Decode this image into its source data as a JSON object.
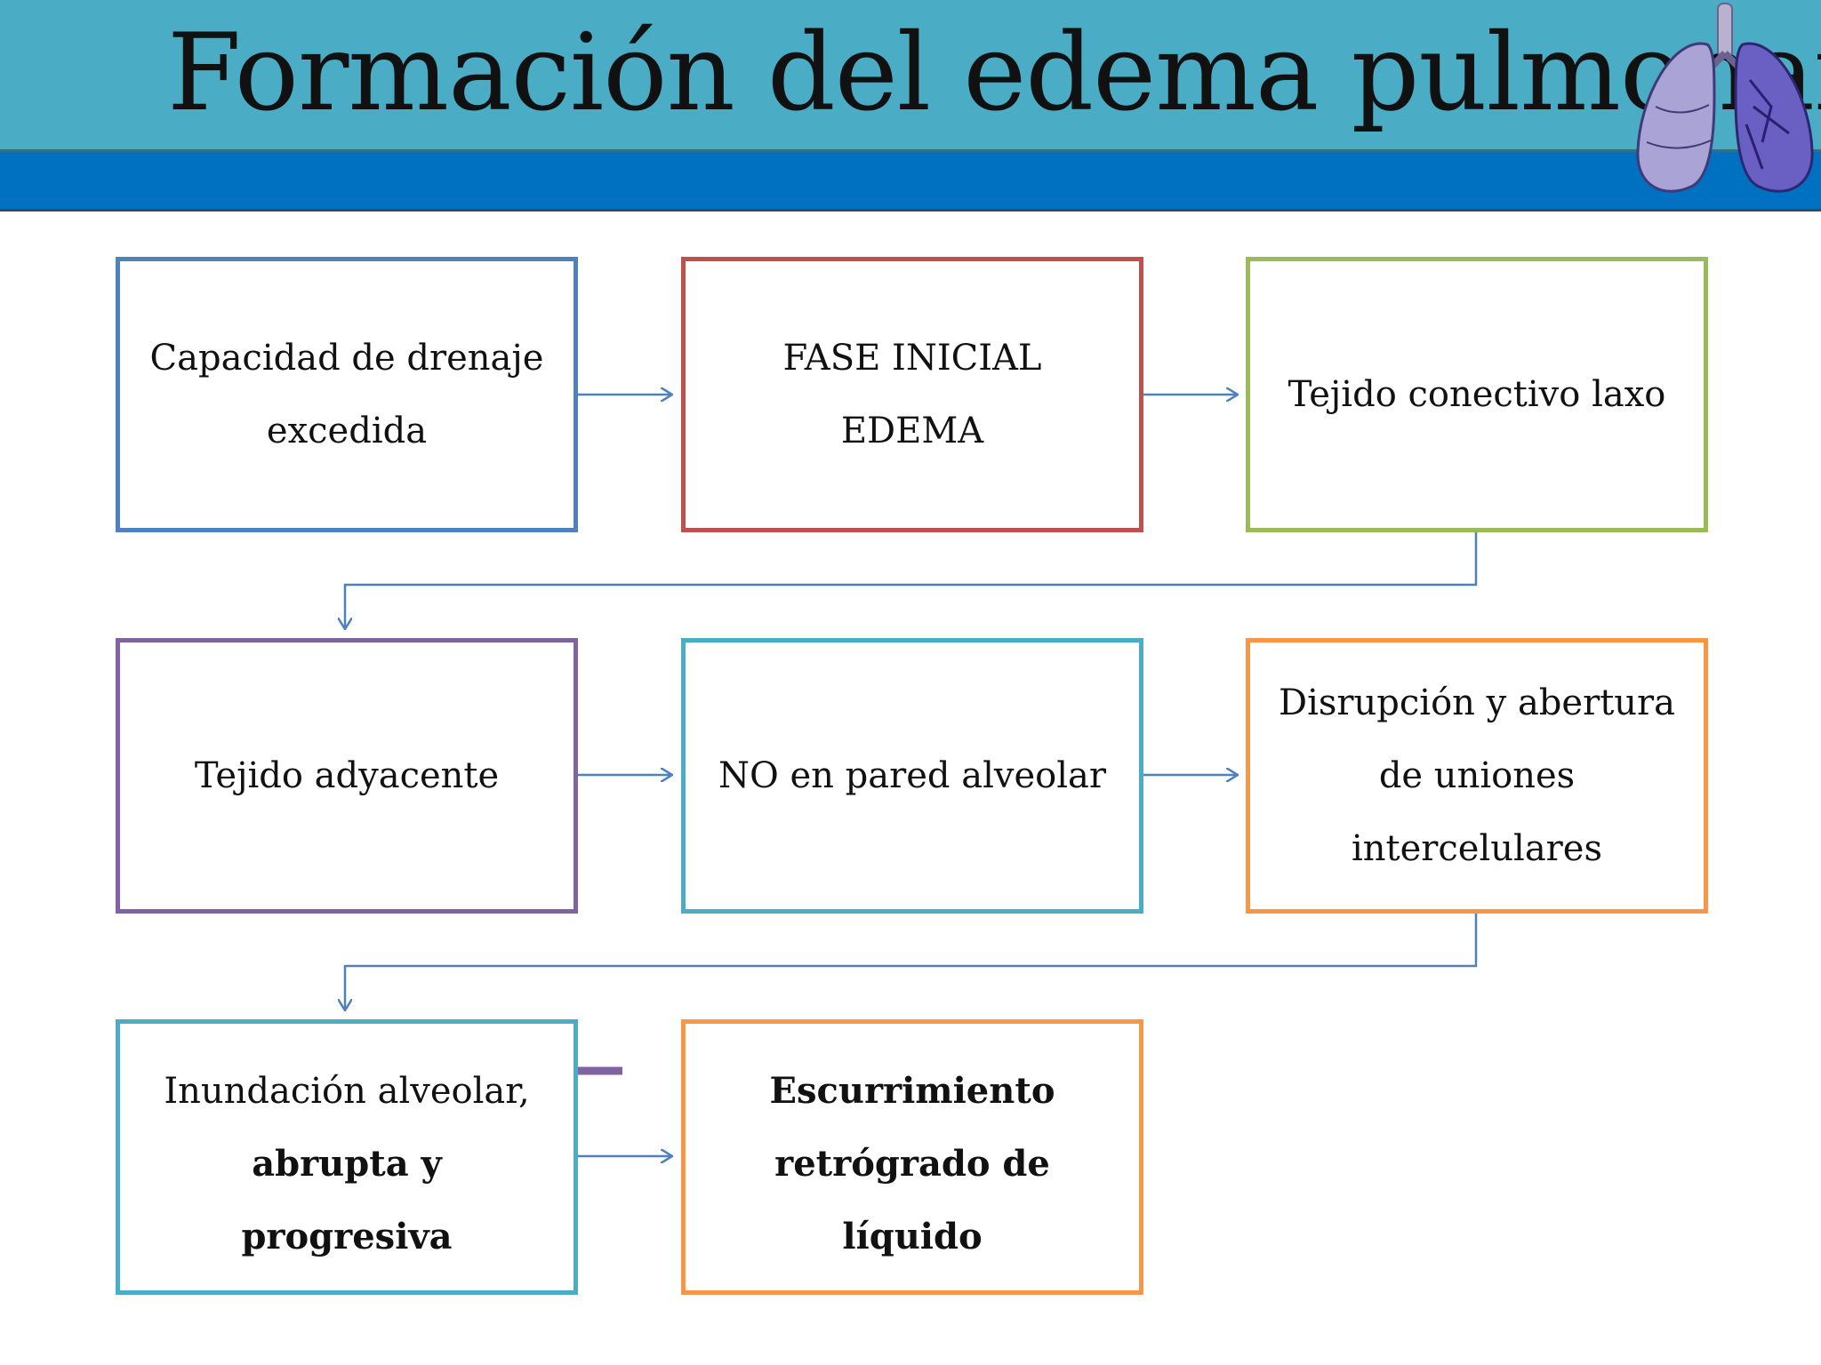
{
  "title": "Formación del edema pulmonar",
  "colors": {
    "header_top": "#4bacc6",
    "header_band": "#0070c0",
    "blue": "#4f81bd",
    "red": "#c0504d",
    "green": "#9bbb59",
    "purple": "#8064a2",
    "teal": "#4bacc6",
    "orange": "#f79646",
    "connector": "#4f81bd",
    "highlight_arrow": "#8064a2"
  },
  "boxes": [
    {
      "id": "drenaje",
      "lines": [
        "Capacidad de drenaje",
        "excedida"
      ],
      "bold": false
    },
    {
      "id": "fase-inicial",
      "lines": [
        "FASE INICIAL EDEMA"
      ],
      "bold": false
    },
    {
      "id": "conectivo",
      "lines": [
        "Tejido conectivo laxo"
      ],
      "bold": false
    },
    {
      "id": "adyacente",
      "lines": [
        "Tejido adyacente"
      ],
      "bold": false
    },
    {
      "id": "no-pared",
      "lines": [
        "NO en pared alveolar"
      ],
      "bold": false
    },
    {
      "id": "disrupcion",
      "lines": [
        "Disrupción y abertura",
        "de uniones",
        "intercelulares"
      ],
      "bold": false
    },
    {
      "id": "inundacion",
      "lines": [
        "Inundación alveolar,",
        "abrupta y progresiva"
      ],
      "bold": "line2"
    },
    {
      "id": "escurrimiento",
      "lines": [
        "Escurrimiento",
        "retrógrado de líquido"
      ],
      "bold": true
    }
  ]
}
